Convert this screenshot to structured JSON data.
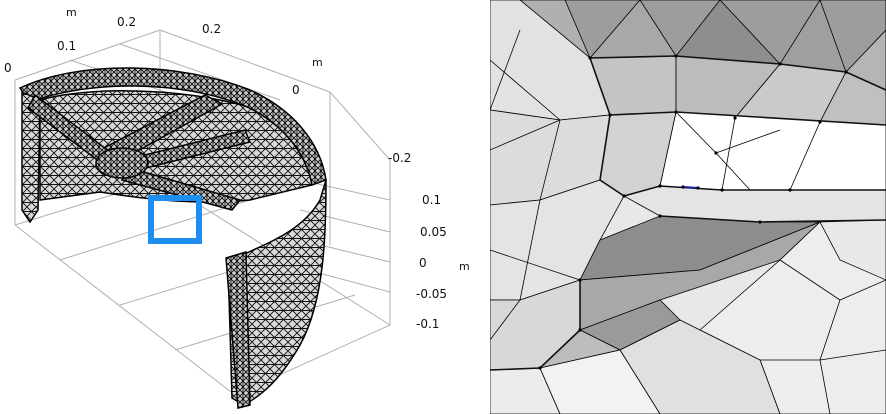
{
  "left_view": {
    "x_axis": {
      "unit": "m",
      "ticks": [
        "0",
        "0.1",
        "0.2"
      ]
    },
    "y_axis": {
      "unit": "m",
      "ticks": [
        "0.2",
        "0"
      ]
    },
    "z_axis": {
      "unit": "m",
      "ticks": [
        "-0.2",
        "0.1",
        "0.05",
        "0",
        "-0.05",
        "-0.1"
      ]
    },
    "mesh_color": "#000000",
    "highlight_box_color": "#1e8ff0"
  },
  "right_view": {
    "description_color_light": "#e6e6e6",
    "description_color_dark": "#9a9a9a",
    "selected_edge_color": "#1a1aa8"
  }
}
